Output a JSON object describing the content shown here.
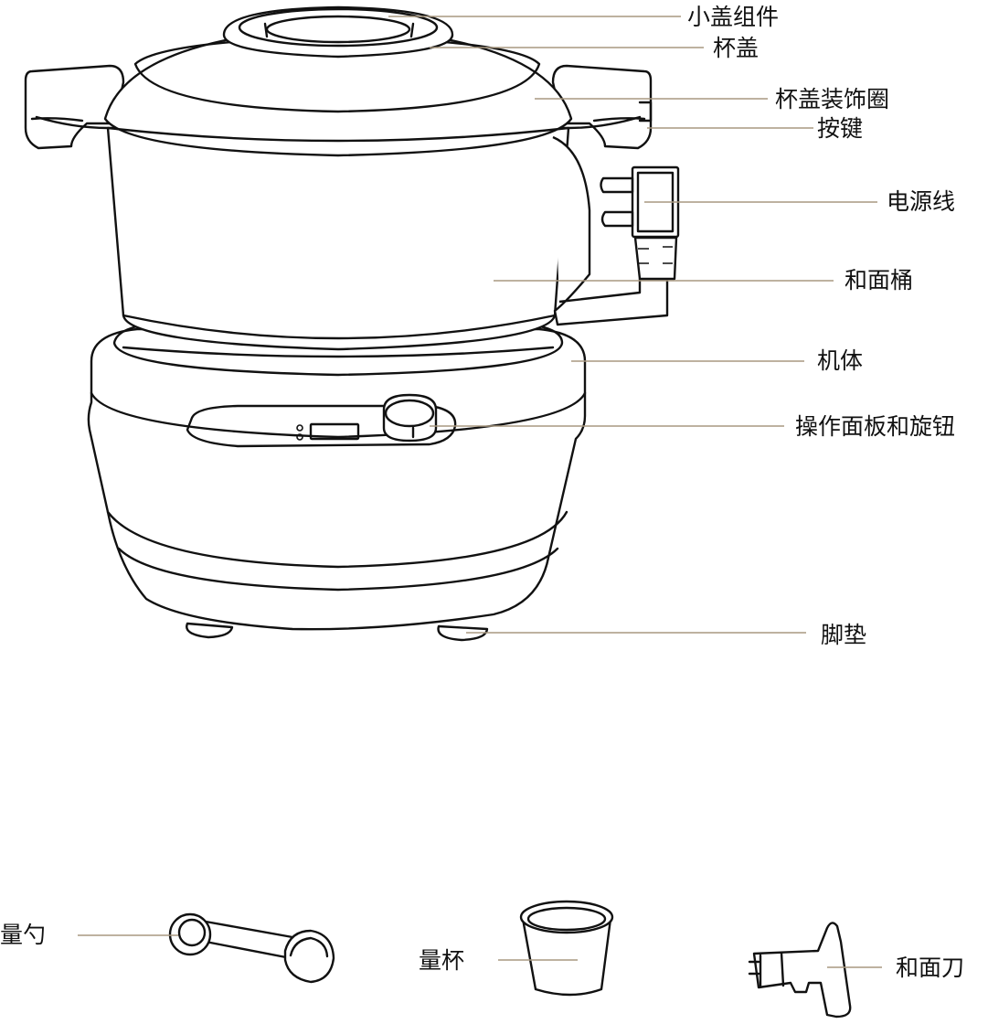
{
  "labels": {
    "lid_assembly": "小盖组件",
    "cup_lid": "杯盖",
    "lid_trim_ring": "杯盖装饰圈",
    "button": "按键",
    "power_cord": "电源线",
    "kneading_bucket": "和面桶",
    "body": "机体",
    "control_panel": "操作面板和旋钮",
    "feet": "脚垫",
    "measuring_spoon": "量勺",
    "measuring_cup": "量杯",
    "kneading_blade": "和面刀"
  },
  "colors": {
    "leader_line": "#a89880",
    "outline": "#111111"
  }
}
